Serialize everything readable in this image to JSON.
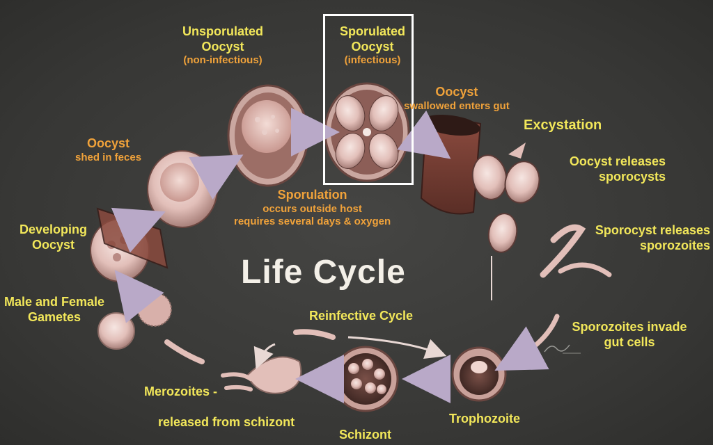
{
  "title": "Life Cycle",
  "colors": {
    "background": "#3a3a38",
    "label_yellow": "#f2e75a",
    "label_orange": "#f0a23a",
    "title": "#f4f0e8",
    "highlight_box": "#ffffff",
    "cell_pink": "#e8c4c0"
  },
  "stages": {
    "unsporulated": {
      "line1": "Unsporulated",
      "line2": "Oocyst",
      "note": "(non-infectious)"
    },
    "sporulated": {
      "line1": "Sporulated",
      "line2": "Oocyst",
      "note": "(infectious)"
    },
    "swallowed": {
      "line1": "Oocyst",
      "line2": "swallowed enters gut"
    },
    "excystation": {
      "label": "Excystation"
    },
    "releases_sporocysts": {
      "line1": "Oocyst releases",
      "line2": "sporocysts"
    },
    "releases_sporozoites": {
      "line1": "Sporocyst releases",
      "line2": "sporozoites"
    },
    "invade": {
      "line1": "Sporozoites invade",
      "line2": "gut cells"
    },
    "trophozoite": {
      "label": "Trophozoite"
    },
    "schizont": {
      "label": "Schizont"
    },
    "merozoites": {
      "line1": "Merozoites -",
      "line2": "released from schizont"
    },
    "reinfective": {
      "label": "Reinfective Cycle"
    },
    "gametes": {
      "line1": "Male and Female",
      "line2": "Gametes"
    },
    "developing": {
      "line1": "Developing",
      "line2": "Oocyst"
    },
    "shed": {
      "line1": "Oocyst",
      "line2": "shed in feces"
    },
    "sporulation": {
      "heading": "Sporulation",
      "line1": "occurs outside host",
      "line2": "requires several days & oxygen"
    }
  },
  "highlighted_stage": "sporulated"
}
